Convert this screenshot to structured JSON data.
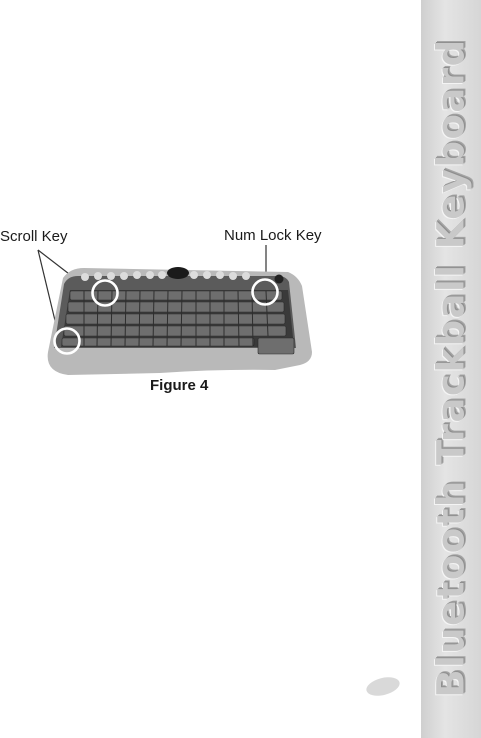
{
  "sidebar": {
    "title": "Bluetooth Trackball Keyboard"
  },
  "figure": {
    "labels": {
      "scroll_key": "Scroll Key",
      "num_lock_key": "Num Lock Key"
    },
    "caption": "Figure 4"
  }
}
